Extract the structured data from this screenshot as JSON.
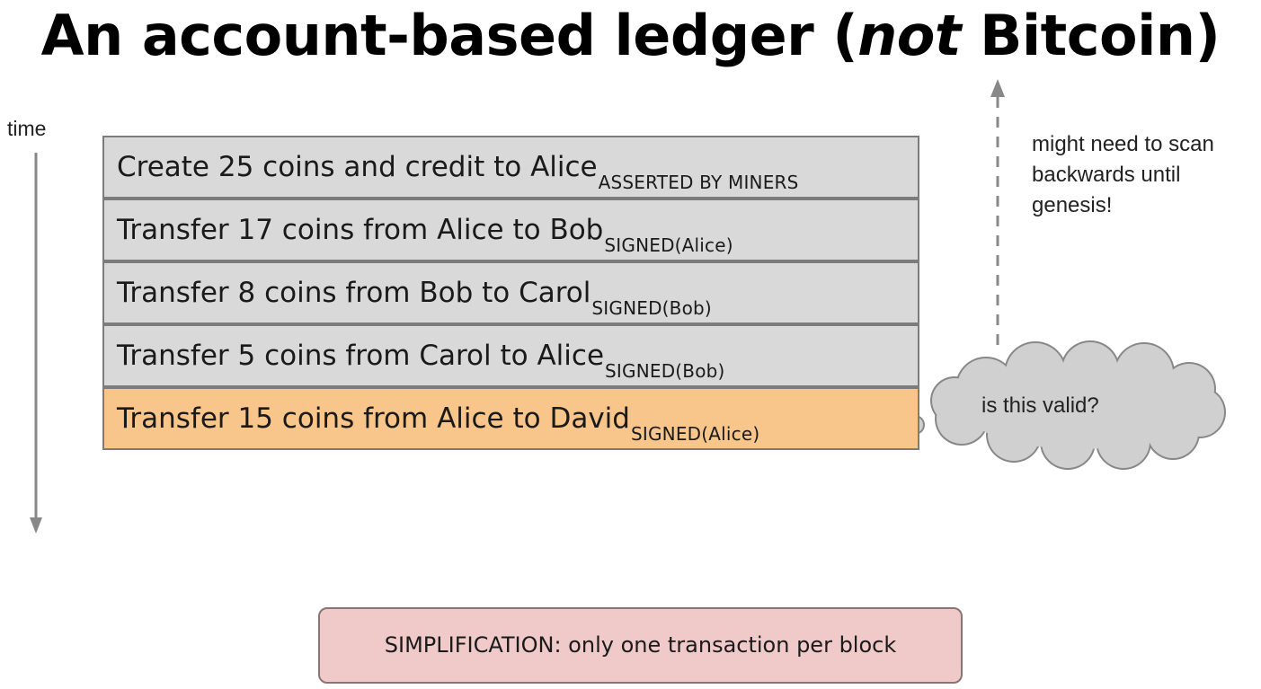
{
  "slide": {
    "title_prefix": "An account-based ledger (",
    "title_emphasis": "not",
    "title_suffix": " Bitcoin)",
    "time_label": "time",
    "ledger_rows": [
      {
        "text": "Create 25 coins and credit to Alice",
        "subscript": "ASSERTED BY MINERS",
        "highlighted": false
      },
      {
        "text": "Transfer 17 coins from Alice to Bob",
        "subscript": "SIGNED(Alice)",
        "highlighted": false
      },
      {
        "text": "Transfer 8 coins from Bob to Carol",
        "subscript": "SIGNED(Bob)",
        "highlighted": false
      },
      {
        "text": "Transfer 5 coins from Carol to Alice",
        "subscript": "SIGNED(Bob)",
        "highlighted": false
      },
      {
        "text": "Transfer 15 coins from Alice to David",
        "subscript": "SIGNED(Alice)",
        "highlighted": true
      }
    ],
    "side_note": "might need to scan backwards until genesis!",
    "thought_bubble": "is this valid?",
    "simplification_note": "SIMPLIFICATION: only one transaction per block"
  },
  "colors": {
    "row_background": "#d9d9d9",
    "highlight_background": "#f8c58a",
    "note_box_background": "#f0c9c9",
    "cloud_fill": "#d0d0d0",
    "arrow_gray": "#888888"
  }
}
